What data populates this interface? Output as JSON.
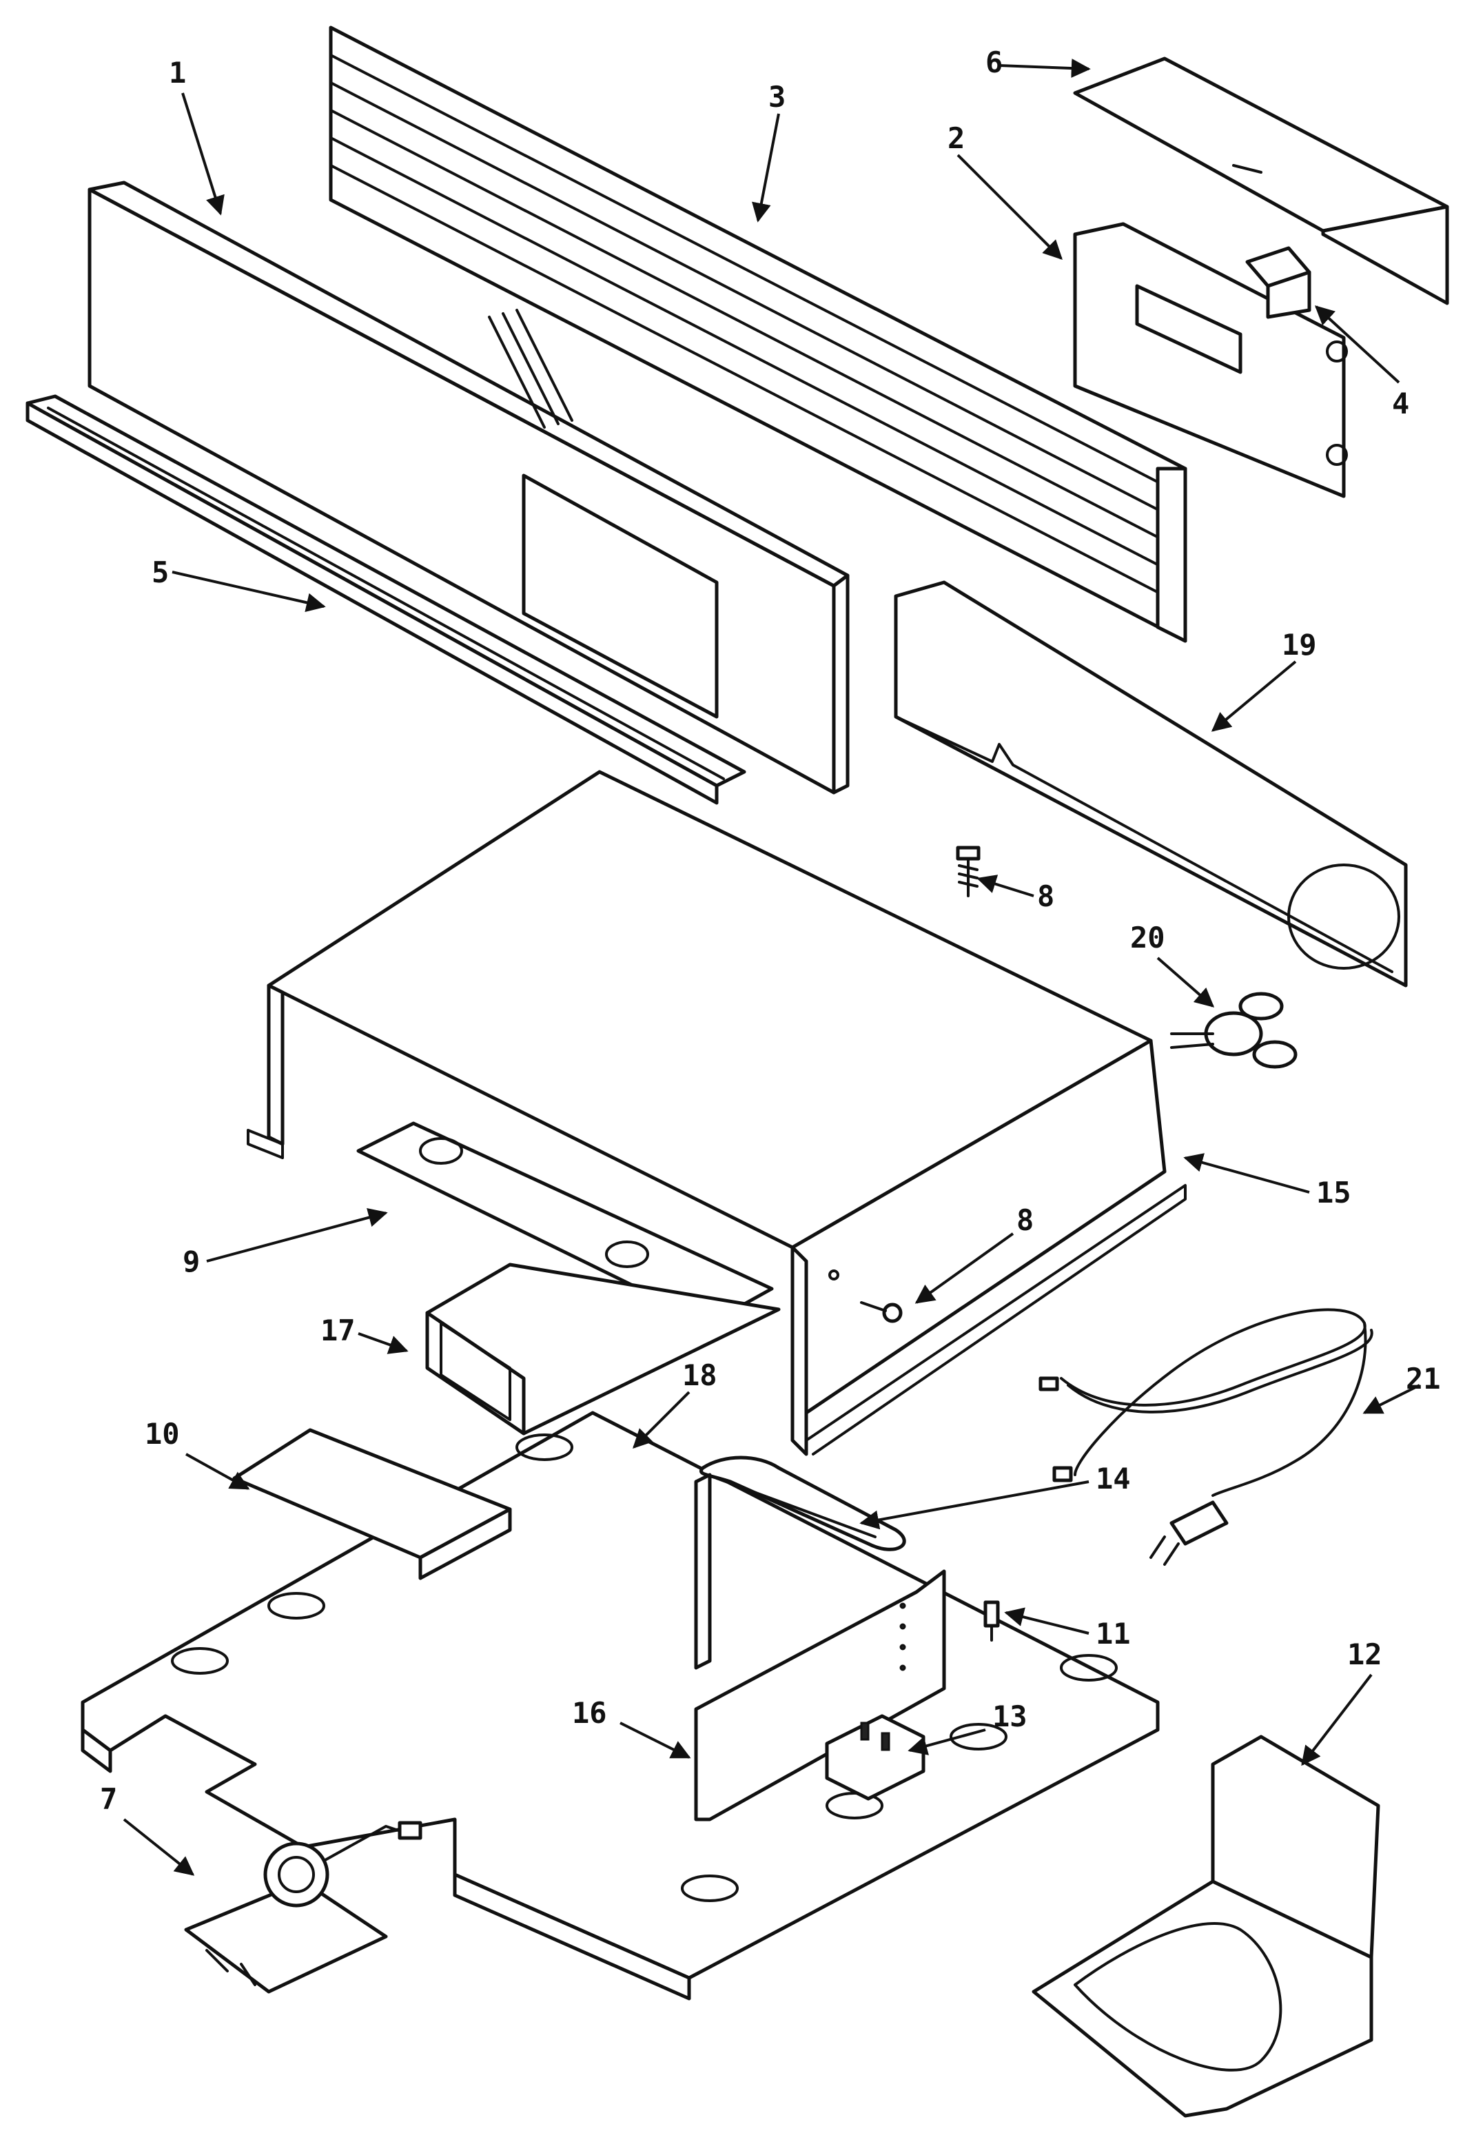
{
  "colors": {
    "line": "#111111",
    "background": "#ffffff"
  },
  "callouts": [
    {
      "id": "c1",
      "label": "1"
    },
    {
      "id": "c2",
      "label": "2"
    },
    {
      "id": "c3",
      "label": "3"
    },
    {
      "id": "c4",
      "label": "4"
    },
    {
      "id": "c5",
      "label": "5"
    },
    {
      "id": "c6",
      "label": "6"
    },
    {
      "id": "c7",
      "label": "7"
    },
    {
      "id": "c8a",
      "label": "8"
    },
    {
      "id": "c8b",
      "label": "8"
    },
    {
      "id": "c9",
      "label": "9"
    },
    {
      "id": "c10",
      "label": "10"
    },
    {
      "id": "c11",
      "label": "11"
    },
    {
      "id": "c12",
      "label": "12"
    },
    {
      "id": "c13",
      "label": "13"
    },
    {
      "id": "c14",
      "label": "14"
    },
    {
      "id": "c15",
      "label": "15"
    },
    {
      "id": "c16",
      "label": "16"
    },
    {
      "id": "c17",
      "label": "17"
    },
    {
      "id": "c18",
      "label": "18"
    },
    {
      "id": "c19",
      "label": "19"
    },
    {
      "id": "c20",
      "label": "20"
    },
    {
      "id": "c21",
      "label": "21"
    }
  ]
}
